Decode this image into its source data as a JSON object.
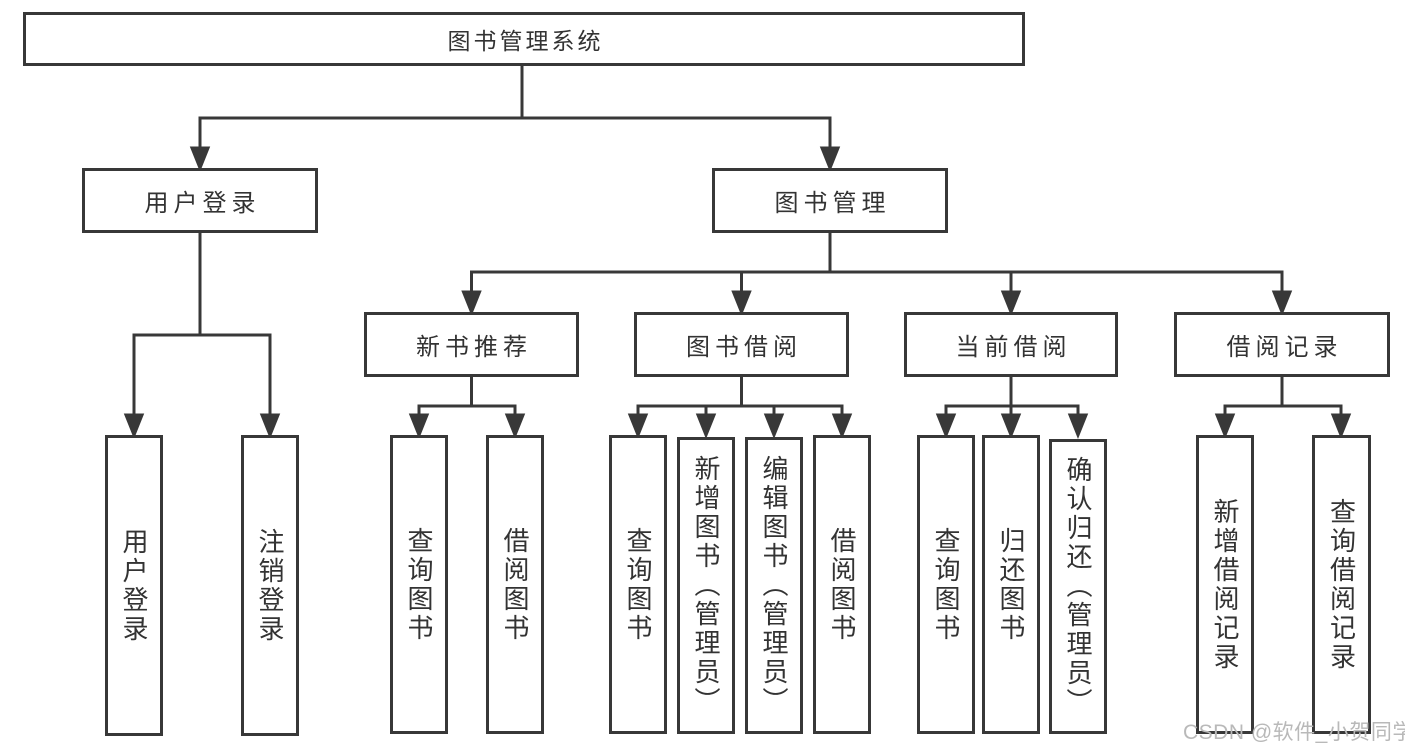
{
  "diagram": {
    "nodes": {
      "root": {
        "label": "图书管理系统"
      },
      "user_login": {
        "label": "用户登录"
      },
      "book_management": {
        "label": "图书管理"
      },
      "new_book_recommend": {
        "label": "新书推荐"
      },
      "book_borrow": {
        "label": "图书借阅"
      },
      "current_borrow": {
        "label": "当前借阅"
      },
      "borrow_records": {
        "label": "借阅记录"
      },
      "login_leaf": {
        "label": "用户登录"
      },
      "logout_leaf": {
        "label": "注销登录"
      },
      "nb_query_books": {
        "label": "查询图书"
      },
      "nb_borrow_books": {
        "label": "借阅图书"
      },
      "bb_query_books": {
        "label": "查询图书"
      },
      "bb_add_books": {
        "label": "新增图书（管理员）"
      },
      "bb_edit_books": {
        "label": "编辑图书（管理员）"
      },
      "bb_borrow_books": {
        "label": "借阅图书"
      },
      "cb_query_books": {
        "label": "查询图书"
      },
      "cb_return_books": {
        "label": "归还图书"
      },
      "cb_confirm_return": {
        "label": "确认归还（管理员）"
      },
      "br_add_record": {
        "label": "新增借阅记录"
      },
      "br_query_record": {
        "label": "查询借阅记录"
      }
    },
    "watermark": "CSDN @软件_小贺同学",
    "colors": {
      "line": "#383838",
      "text": "#333333",
      "background": "#ffffff",
      "watermark": "#b9b9b9"
    }
  }
}
